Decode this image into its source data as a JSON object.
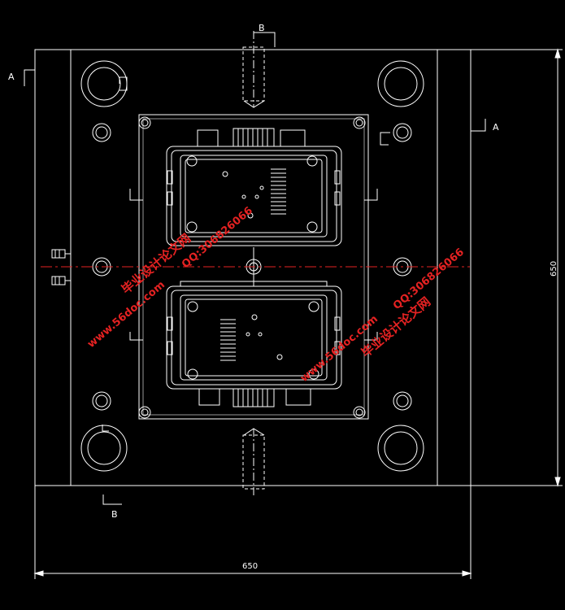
{
  "drawing": {
    "section_labels": {
      "a_left": "A",
      "a_right": "A",
      "b_top": "B",
      "b_bottom": "B"
    },
    "dimensions": {
      "width": "650",
      "height": "650"
    }
  },
  "watermarks": {
    "site_name": "毕业设计论文网",
    "qq": "QQ:306826066",
    "url": "www.56doc.com"
  },
  "colors": {
    "background": "#000000",
    "lines": "#ffffff",
    "centerline": "#e52222",
    "watermark": "#e52222"
  }
}
